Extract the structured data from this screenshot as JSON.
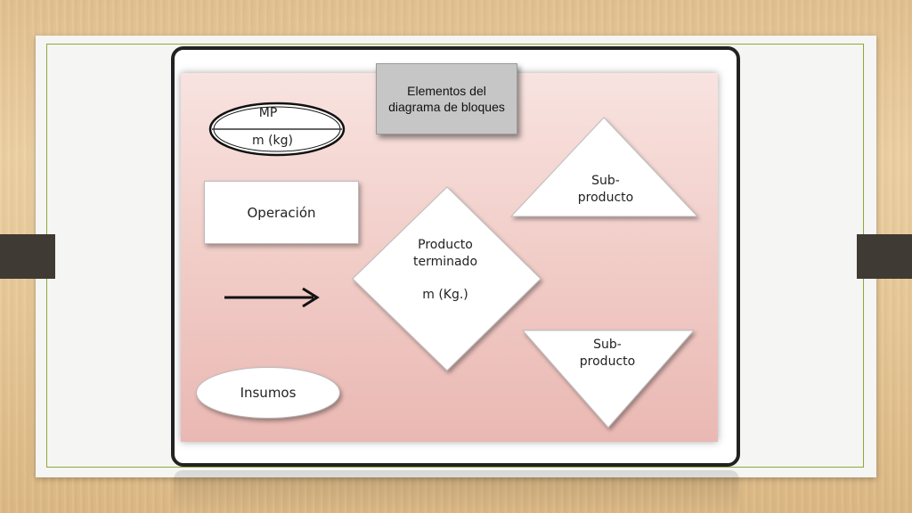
{
  "diagram": {
    "title": "Elementos del diagrama de bloques",
    "mp_ellipse": {
      "top": "MP",
      "bottom": "m (kg)"
    },
    "operation": "Operación",
    "product": {
      "line1": "Producto",
      "line2": "terminado",
      "line3": "m (Kg.)"
    },
    "subproduct_top": {
      "line1": "Sub-",
      "line2": "producto"
    },
    "subproduct_bottom": {
      "line1": "Sub-",
      "line2": "producto"
    },
    "insumos": "Insumos"
  },
  "colors": {
    "canvas_pink": "#f2cfca",
    "title_gray": "#c6c6c6",
    "frame": "#222222",
    "accent_green": "#8fa83a"
  }
}
